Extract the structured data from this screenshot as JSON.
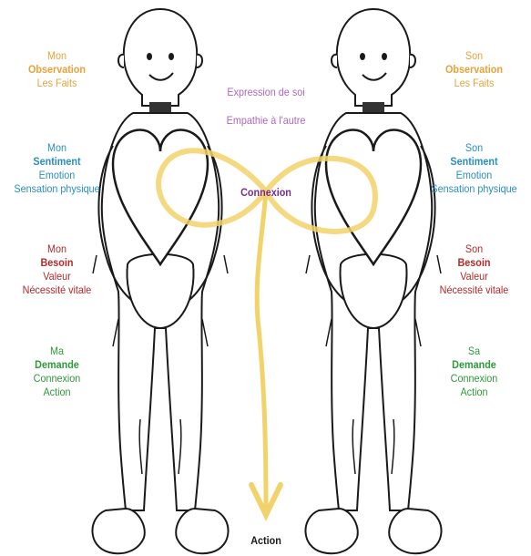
{
  "colors": {
    "observation": "#e8a23a",
    "sentiment": "#2a8fc0",
    "besoin": "#b22a2a",
    "demande": "#2e9a3a",
    "mid_text": "#b065c2",
    "connexion": "#7a2a8f",
    "infinity": "#f2d26a",
    "outline": "#1a1a1a"
  },
  "left": {
    "observation": [
      "Mon",
      "Observation",
      "Les Faits"
    ],
    "sentiment": [
      "Mon",
      "Sentiment",
      "Emotion",
      "Sensation physique"
    ],
    "besoin": [
      "Mon",
      "Besoin",
      "Valeur",
      "Nécessité vitale"
    ],
    "demande": [
      "Ma",
      "Demande",
      "Connexion",
      "Action"
    ]
  },
  "right": {
    "observation": [
      "Son",
      "Observation",
      "Les Faits"
    ],
    "sentiment": [
      "Son",
      "Sentiment",
      "Emotion",
      "Sensation physique"
    ],
    "besoin": [
      "Son",
      "Besoin",
      "Valeur",
      "Nécessité vitale"
    ],
    "demande": [
      "Sa",
      "Demande",
      "Connexion",
      "Action"
    ]
  },
  "center": {
    "expression": "Expression de soi",
    "empathie": "Empathie à l'autre",
    "connexion": "Connexion",
    "action": "Action"
  }
}
